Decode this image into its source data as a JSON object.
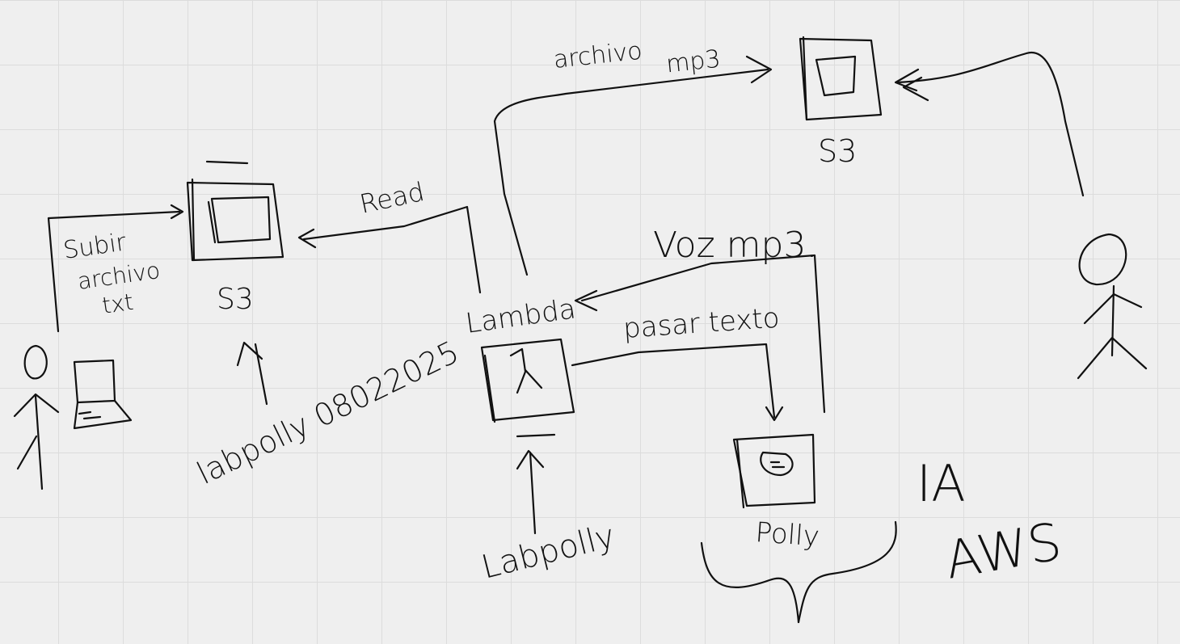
{
  "labels": {
    "s3_left": "S3",
    "s3_right": "S3",
    "upload": [
      "Subir",
      "archivo",
      "txt"
    ],
    "lab_polly_date": "labpolly 08022025",
    "read": "Read",
    "archivo_mp3": [
      "archivo",
      "mp3"
    ],
    "lambda": "Lambda",
    "lambda_symbol": "λ",
    "voz_mp3": "Voz mp3.",
    "pasar_texto": "pasar texto",
    "lab_polly": "Labpolly",
    "polly": "Polly",
    "ia": "IA",
    "aws": "AWS"
  },
  "colors": {
    "ink": "#111111",
    "background": "#efefef",
    "grid": "#dcdcdc"
  }
}
